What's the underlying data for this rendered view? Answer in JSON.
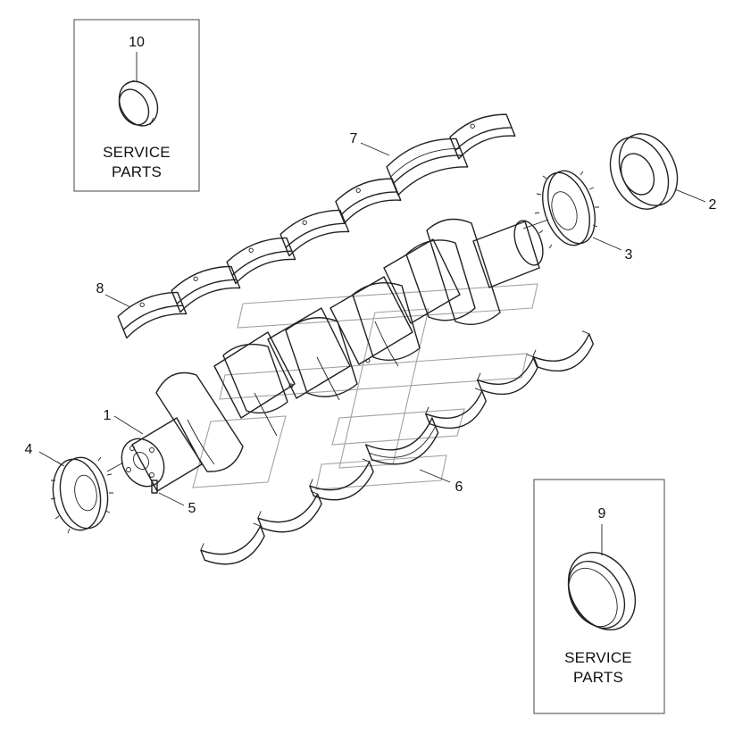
{
  "service_boxes": [
    {
      "part": "10",
      "line1": "SERVICE",
      "line2": "PARTS"
    },
    {
      "part": "9",
      "line1": "SERVICE",
      "line2": "PARTS"
    }
  ],
  "callouts": {
    "c1": "1",
    "c2": "2",
    "c3": "3",
    "c4": "4",
    "c5": "5",
    "c6": "6",
    "c7": "7",
    "c8": "8",
    "c9": "9",
    "c10": "10"
  }
}
